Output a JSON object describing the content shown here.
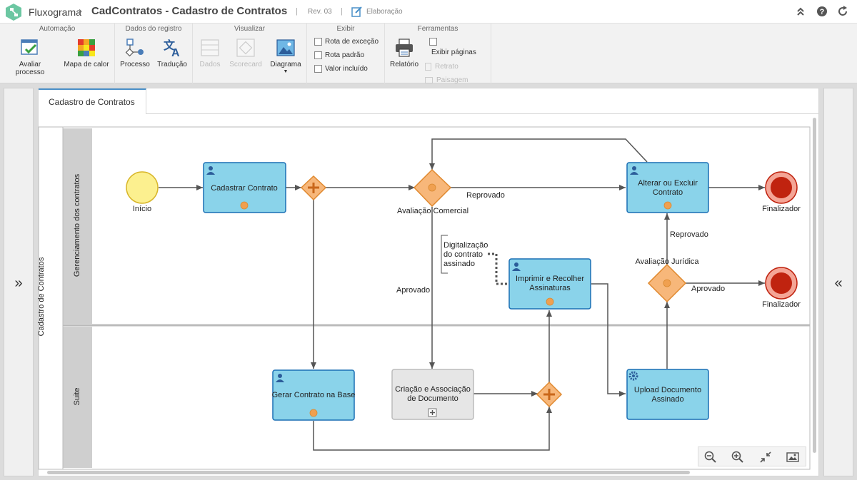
{
  "header": {
    "app_name": "Fluxograma",
    "title": "CadContratos - Cadastro de Contratos",
    "revision": "Rev. 03",
    "status": "Elaboração"
  },
  "ribbon": {
    "groups": [
      {
        "label": "Automação",
        "buttons": [
          "Avaliar processo",
          "Mapa de calor"
        ]
      },
      {
        "label": "Dados do registro",
        "buttons": [
          "Processo",
          "Tradução"
        ]
      },
      {
        "label": "Visualizar",
        "buttons": [
          "Dados",
          "Scorecard",
          "Diagrama"
        ]
      },
      {
        "label": "Exibir",
        "checkboxes": [
          "Rota de exceção",
          "Rota padrão",
          "Valor incluído"
        ]
      },
      {
        "label": "Ferramentas",
        "buttons": [
          "Relatório"
        ],
        "checkboxes": [
          "Exibir páginas",
          "Retrato",
          "Paisagem"
        ]
      }
    ]
  },
  "tab": {
    "label": "Cadastro de Contratos"
  },
  "diagram": {
    "pool": "Cadastro de Contratos",
    "lanes": [
      "Gerenciamento dos contratos",
      "Suite"
    ],
    "events": {
      "start": "Início",
      "end1": "Finalizador",
      "end2": "Finalizador"
    },
    "tasks": {
      "cadastrar": "Cadastrar Contrato",
      "alterar_l1": "Alterar ou Excluir",
      "alterar_l2": "Contrato",
      "imprimir_l1": "Imprimir e Recolher",
      "imprimir_l2": "Assinaturas",
      "gerar": "Gerar Contrato na Base",
      "criacao_l1": "Criação e Associação",
      "criacao_l2": "de Documento",
      "upload_l1": "Upload Documento",
      "upload_l2": "Assinado"
    },
    "gateways": {
      "comercial": "Avaliação Comercial",
      "juridica": "Avaliação Jurídica"
    },
    "flow_labels": {
      "reprovado1": "Reprovado",
      "aprovado1": "Aprovado",
      "reprovado2": "Reprovado",
      "aprovado2": "Aprovado"
    },
    "annotation": {
      "l1": "Digitalização",
      "l2": "do contrato",
      "l3": "assinado"
    }
  },
  "colors": {
    "task_fill": "#8ad3ea",
    "task_stroke": "#1a6fb4",
    "gateway_fill": "#f7b77a",
    "gateway_stroke": "#e0892f",
    "start_fill": "#fcf08f",
    "end_fill": "#c0230f"
  }
}
